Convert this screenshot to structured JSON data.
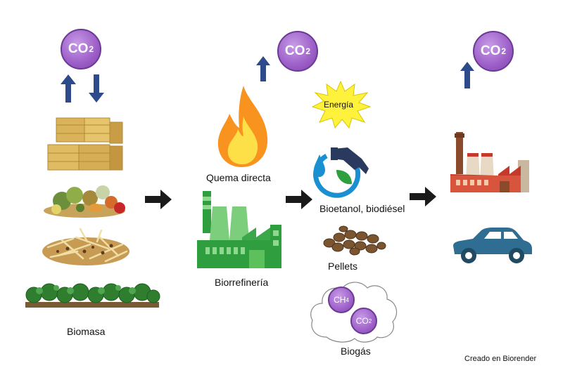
{
  "co2_label": "CO",
  "co2_sub": "2",
  "ch4_label": "CH",
  "ch4_sub": "4",
  "labels": {
    "biomass": "Biomasa",
    "direct_burn": "Quema directa",
    "biorefinery": "Biorrefinería",
    "energy": "Energía",
    "biofuels": "Bioetanol, biodiésel",
    "pellets": "Pellets",
    "biogas": "Biogás"
  },
  "credit": "Creado en Biorender",
  "colors": {
    "co2_fill": "#9c5ec8",
    "arrow_blue": "#2d4a8a",
    "arrow_black": "#1a1a1a",
    "factory_green": "#2e9e3e",
    "flame_orange": "#f7931e",
    "car_blue": "#2f6e92",
    "star_yellow": "#fff23d"
  }
}
